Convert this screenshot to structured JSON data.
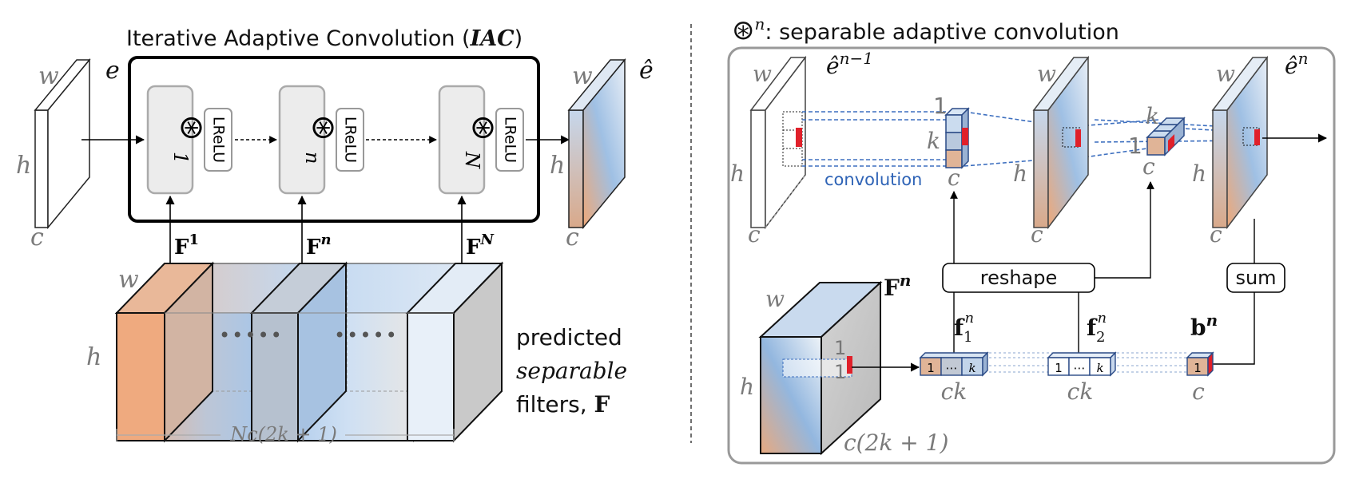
{
  "left": {
    "title": "Iterative Adaptive Convolution (",
    "title_abbr": "IAC",
    "title_close": ")",
    "input": {
      "w": "w",
      "h": "h",
      "c": "c",
      "name": "e"
    },
    "output": {
      "w": "w",
      "h": "h",
      "c": "c",
      "name": "ê"
    },
    "blocks": [
      {
        "sub": "1",
        "act": "LReLU",
        "filter": "F",
        "filter_sup": "1"
      },
      {
        "sub": "n",
        "act": "LReLU",
        "filter": "F",
        "filter_sup": "n"
      },
      {
        "sub": "N",
        "act": "LReLU",
        "filter": "F",
        "filter_sup": "N"
      }
    ],
    "tensor": {
      "w": "w",
      "h": "h",
      "dots": "•••••",
      "dim": "Nc(2k + 1)"
    },
    "caption": {
      "line1": "predicted",
      "line2": "separable",
      "line3": "filters,",
      "symbol": "F"
    }
  },
  "right": {
    "title": ": separable adaptive convolution",
    "title_sup": "n",
    "in_map": {
      "w": "w",
      "h": "h",
      "c": "c",
      "name": "ê",
      "sup": "n−1"
    },
    "mid_map": {
      "w": "w",
      "h": "h",
      "c": "c"
    },
    "out_map": {
      "w": "w",
      "h": "h",
      "c": "c",
      "name": "ê",
      "sup": "n"
    },
    "kernel1": {
      "one": "1",
      "k": "k",
      "c": "c"
    },
    "kernel2": {
      "k": "k",
      "one": "1",
      "c": "c"
    },
    "conv_label": "convolution",
    "reshape": "reshape",
    "sum": "sum",
    "fn": {
      "w": "w",
      "h": "h",
      "dim": "c(2k + 1)",
      "name": "F",
      "sup": "n",
      "one_a": "1",
      "one_b": "1"
    },
    "vec1": {
      "name": "f",
      "sub": "1",
      "sup": "n",
      "cells": [
        "1",
        "⋯",
        "k"
      ],
      "dim": "ck"
    },
    "vec2": {
      "name": "f",
      "sub": "2",
      "sup": "n",
      "cells": [
        "1",
        "⋯",
        "k"
      ],
      "dim": "ck"
    },
    "bias": {
      "name": "b",
      "sup": "n",
      "cell": "1",
      "dim": "c"
    }
  }
}
